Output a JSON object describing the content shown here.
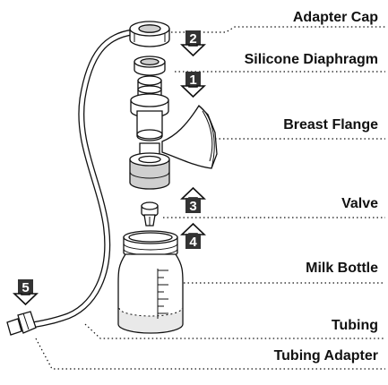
{
  "labels": {
    "adapter_cap": "Adapter Cap",
    "silicone_diaphragm": "Silicone Diaphragm",
    "breast_flange": "Breast Flange",
    "valve": "Valve",
    "milk_bottle": "Milk Bottle",
    "tubing": "Tubing",
    "tubing_adapter": "Tubing Adapter"
  },
  "steps": [
    "1",
    "2",
    "3",
    "4",
    "5"
  ],
  "icons": {
    "step_arrow": "arrow-icon",
    "bottle_scale": "measurement-scale"
  },
  "colors": {
    "line": "#111111",
    "badge": "#333333",
    "fill_gray": "#cfcfcf",
    "background": "#ffffff"
  }
}
